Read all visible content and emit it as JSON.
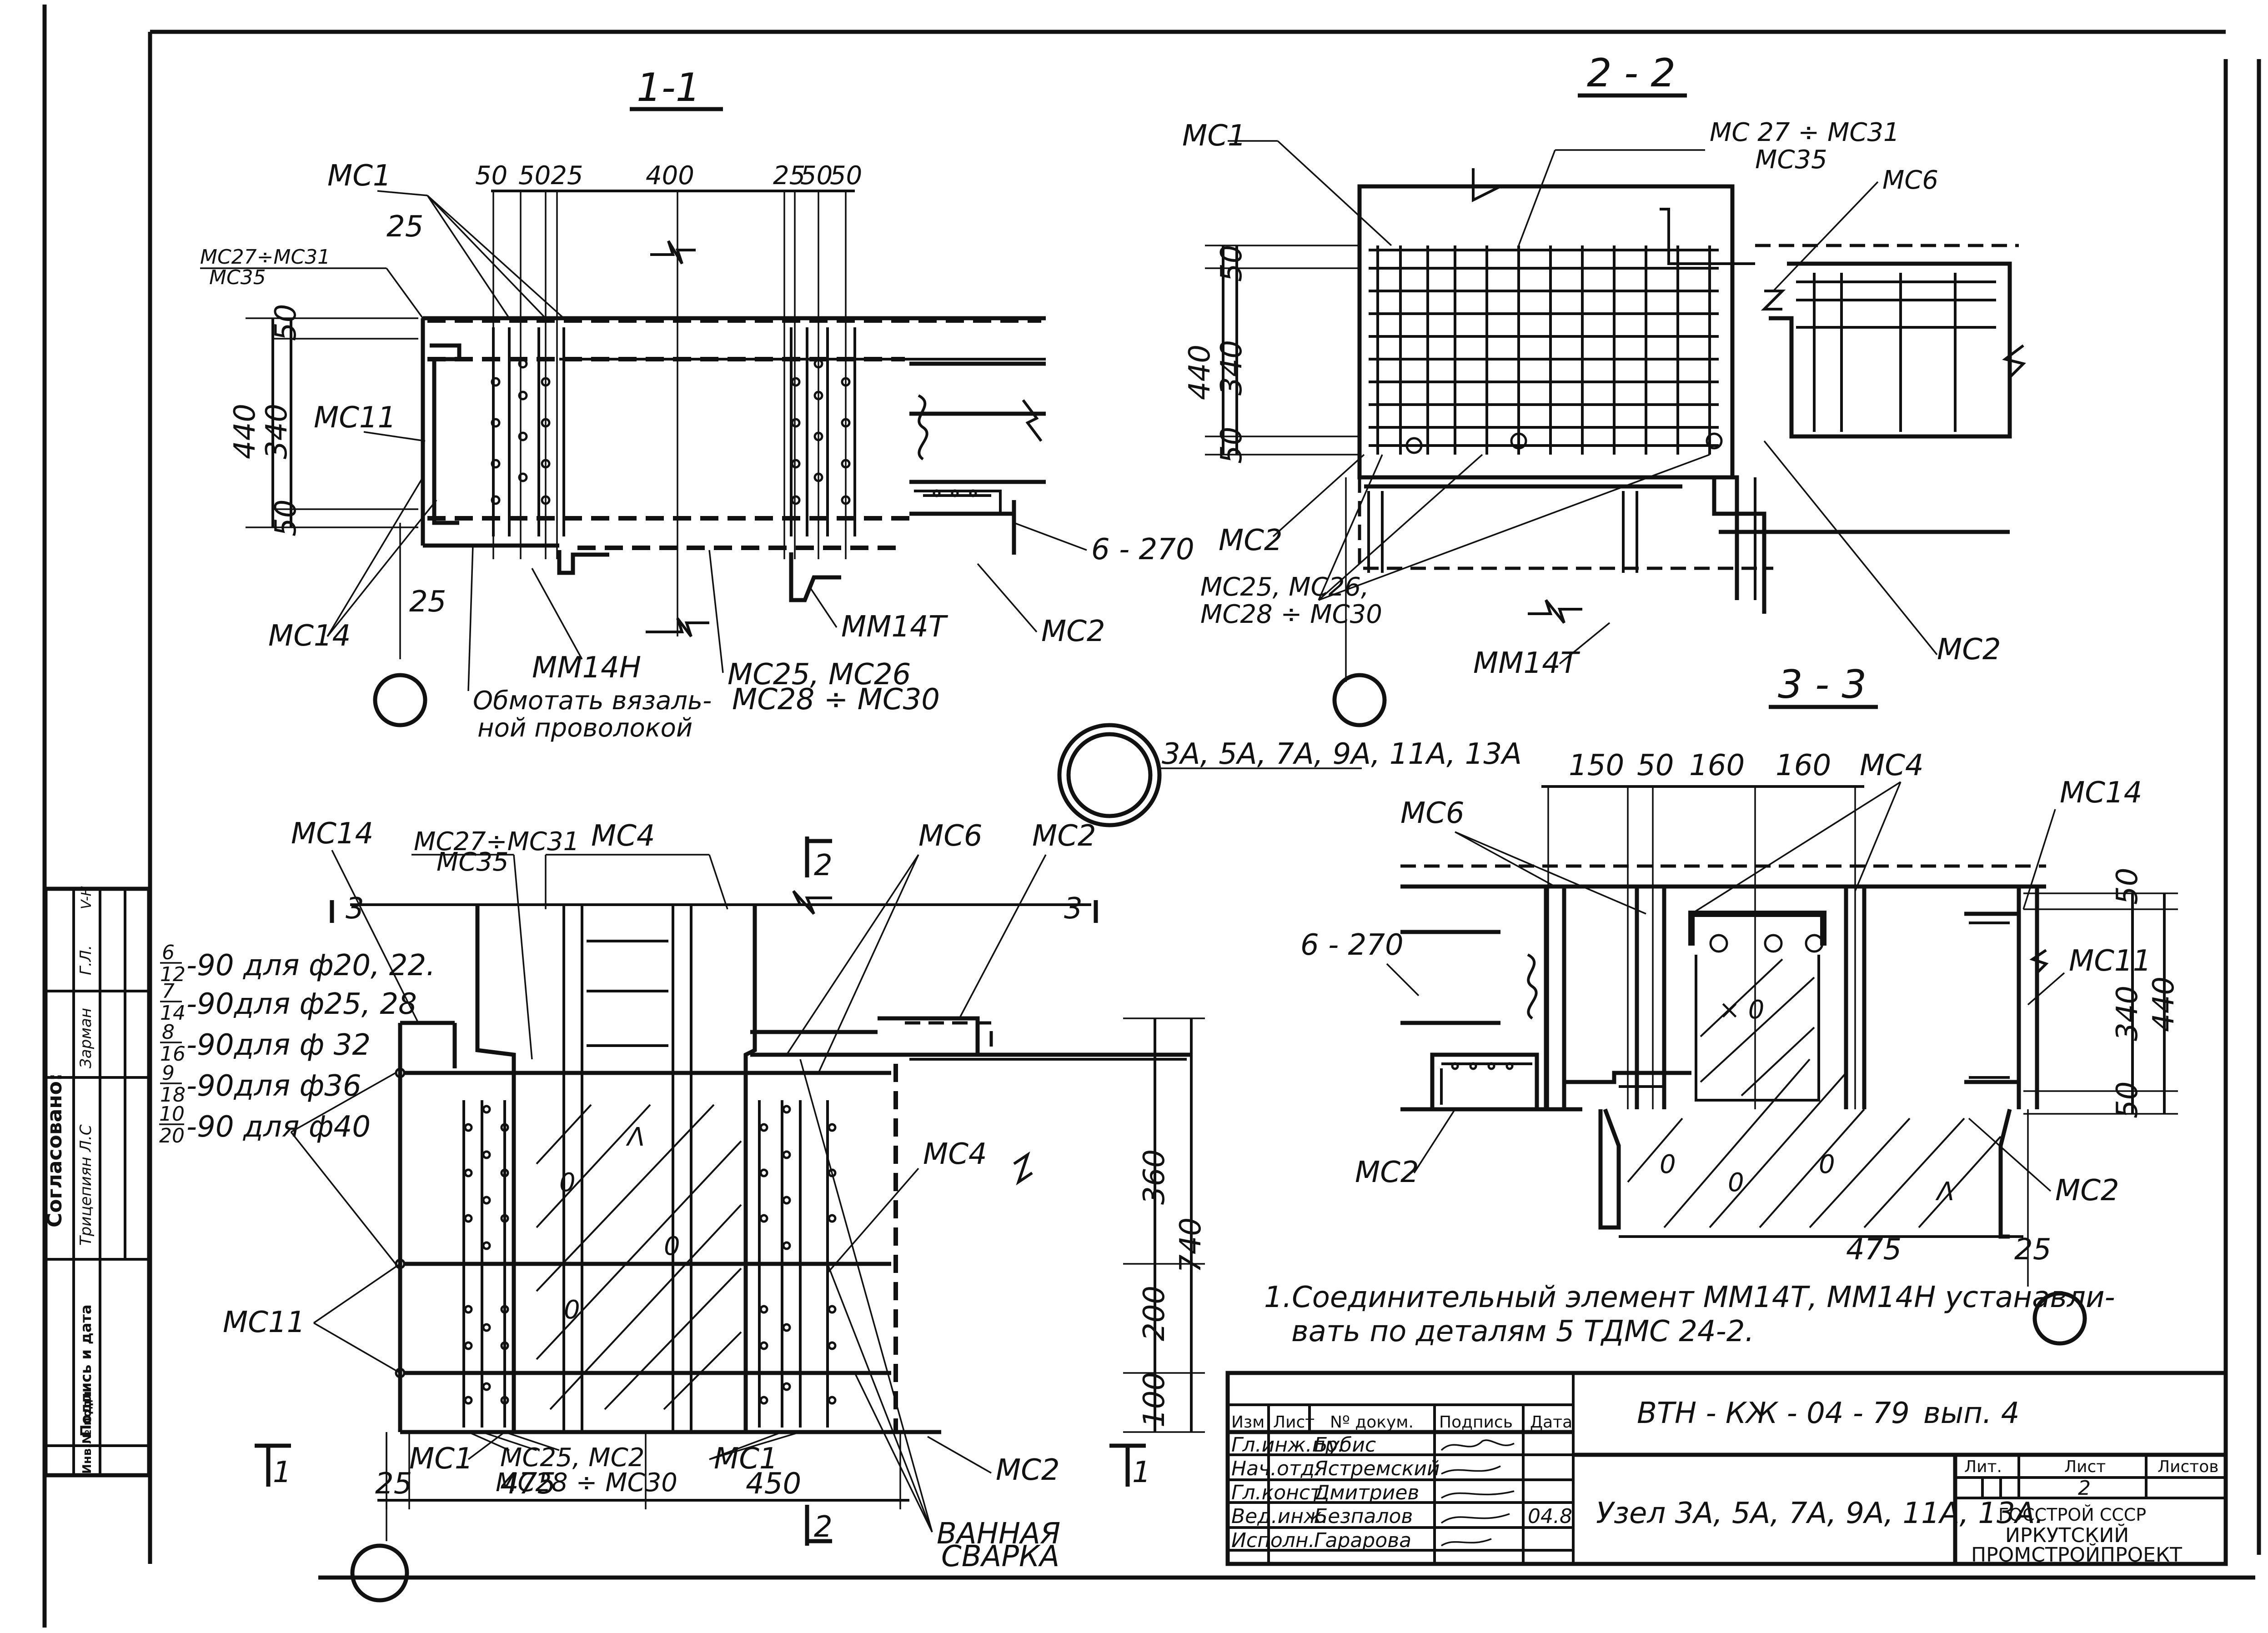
{
  "sections": {
    "s11": {
      "title": "1-1",
      "dims_top": [
        "50",
        "5025",
        "400",
        "25",
        "50",
        "50"
      ],
      "dims_left": [
        "440",
        "50",
        "340",
        "50"
      ],
      "dim_25_top": "25",
      "dim_25_bot": "25",
      "labels": {
        "mc1": "МС1",
        "mc27": "МС27÷МС31",
        "mc35": "МС35",
        "mc11": "МС11",
        "mc14": "МС14",
        "mm14h": "ММ14Н",
        "mm14t": "ММ14Т",
        "mc25": "МС25, МС26",
        "mc28": "МС28 ÷ МС30",
        "mc2": "МС2",
        "b6270": "6 - 270",
        "note1": "Обмотать вязаль-",
        "note2": "ной проволокой"
      }
    },
    "s22": {
      "title": "2 - 2",
      "dims_left": [
        "440",
        "50",
        "340",
        "50"
      ],
      "labels": {
        "mc1": "МС1",
        "mc27": "МС 27 ÷ МС31",
        "mc35": "МС35",
        "mc6": "МС6",
        "mc2a": "МС2",
        "mc2b": "МС2",
        "mc25": "МС25, МС26,",
        "mc28": "МС28 ÷ МС30",
        "mm14t": "ММ14Т"
      }
    },
    "s33": {
      "title": "3 - 3",
      "dims_top": [
        "150",
        "50",
        "160",
        "160"
      ],
      "dims_right": [
        "50",
        "340",
        "440",
        "50"
      ],
      "dims_bot": [
        "475",
        "25"
      ],
      "labels": {
        "mc6": "МС6",
        "mc4": "МС4",
        "mc14": "МС14",
        "b6270": "6 - 270",
        "mc11": "МС11",
        "mc2a": "МС2",
        "mc2b": "МС2"
      }
    },
    "plan": {
      "labels": {
        "mc14": "МС14",
        "mc27": "МС27÷МС31",
        "mc35": "МС35",
        "mc4a": "МС4",
        "mc6": "МС6",
        "mc2a": "МС2",
        "mc4b": "МС4",
        "mc11": "МС11",
        "mc1a": "МС1",
        "mc25": "МС25, МС2",
        "mc28": "МС28 ÷ МС30",
        "mc1b": "МС1",
        "mc2b": "МС2",
        "weld1": "ВАННАЯ",
        "weld2": "СВАРКА",
        "cut2": "2",
        "cut3": "3",
        "cut1": "1"
      },
      "legend": [
        {
          "num": "6",
          "den": "12",
          "text": "-90 для ф20, 22."
        },
        {
          "num": "7",
          "den": "14",
          "text": "-90для ф25, 28"
        },
        {
          "num": "8",
          "den": "16",
          "text": "-90для ф 32"
        },
        {
          "num": "9",
          "den": "18",
          "text": "-90для ф36"
        },
        {
          "num": "10",
          "den": "20",
          "text": "-90 для ф40"
        }
      ],
      "dims_right": [
        "740",
        "360",
        "200",
        "100"
      ],
      "dims_bot": [
        "25",
        "475",
        "450"
      ]
    }
  },
  "node_caption": "3А, 5А, 7А, 9А, 11А, 13А",
  "note": {
    "line1": "1.Соединительный элемент ММ14Т, ММ14Н устанавли-",
    "line2": "вать по деталям 5 ТДМС 24-2."
  },
  "stamp": {
    "headers": [
      "Изм",
      "Лист",
      "Nº докум.",
      "Подпись",
      "Дата"
    ],
    "rows": [
      {
        "role": "Гл.инж.пр.",
        "name": "Бубис"
      },
      {
        "role": "Нач.отд.",
        "name": "Ястремский"
      },
      {
        "role": "Гл.конст.",
        "name": "Дмитриев"
      },
      {
        "role": "Вед.инж.",
        "name": "Безпалов"
      },
      {
        "role": "Исполн.",
        "name": "Гарарова"
      }
    ],
    "code": "ВТН - КЖ - 04 - 79",
    "issue": "вып. 4",
    "title": "Узел 3А, 5А, 7А, 9А, 11А, 13А.",
    "sheet_head": [
      "Лит.",
      "Лист",
      "Листов"
    ],
    "sheet_no": "2",
    "org1": "ГОССТРОЙ СССР",
    "org2": "ИРКУТСКИЙ",
    "org3": "ПРОМСТРОЙПРОЕКТ",
    "date": "04.8"
  },
  "side_stamp": {
    "agreed": "Согласовано:",
    "name1": "Трицепиян Л.С",
    "name2": "Зарман",
    "sign_date": "Подпись и дата",
    "inv": "Инв.№ подл."
  }
}
